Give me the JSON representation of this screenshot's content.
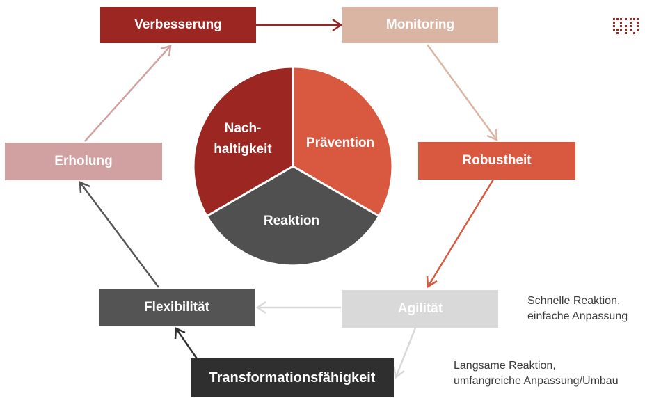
{
  "boxes": {
    "verbesserung": "Verbesserung",
    "monitoring": "Monitoring",
    "robustheit": "Robustheit",
    "erholung": "Erholung",
    "agilitaet": "Agilität",
    "flexibilitaet": "Flexibilität",
    "transformation": "Transformationsfähigkeit"
  },
  "pie": {
    "segment_nachhaltigkeit_line1": "Nach-",
    "segment_nachhaltigkeit_line2": "haltigkeit",
    "segment_praevention": "Prävention",
    "segment_reaktion": "Reaktion",
    "colors": {
      "nachhaltigkeit": "#9b2622",
      "praevention": "#d95840",
      "reaktion": "#505050"
    }
  },
  "notes": {
    "agilitaet_line1": "Schnelle Reaktion,",
    "agilitaet_line2": "einfache Anpassung",
    "transformation_line1": "Langsame Reaktion,",
    "transformation_line2": "umfangreiche Anpassung/Umbau"
  },
  "logo_icon": "university-logo-icon"
}
